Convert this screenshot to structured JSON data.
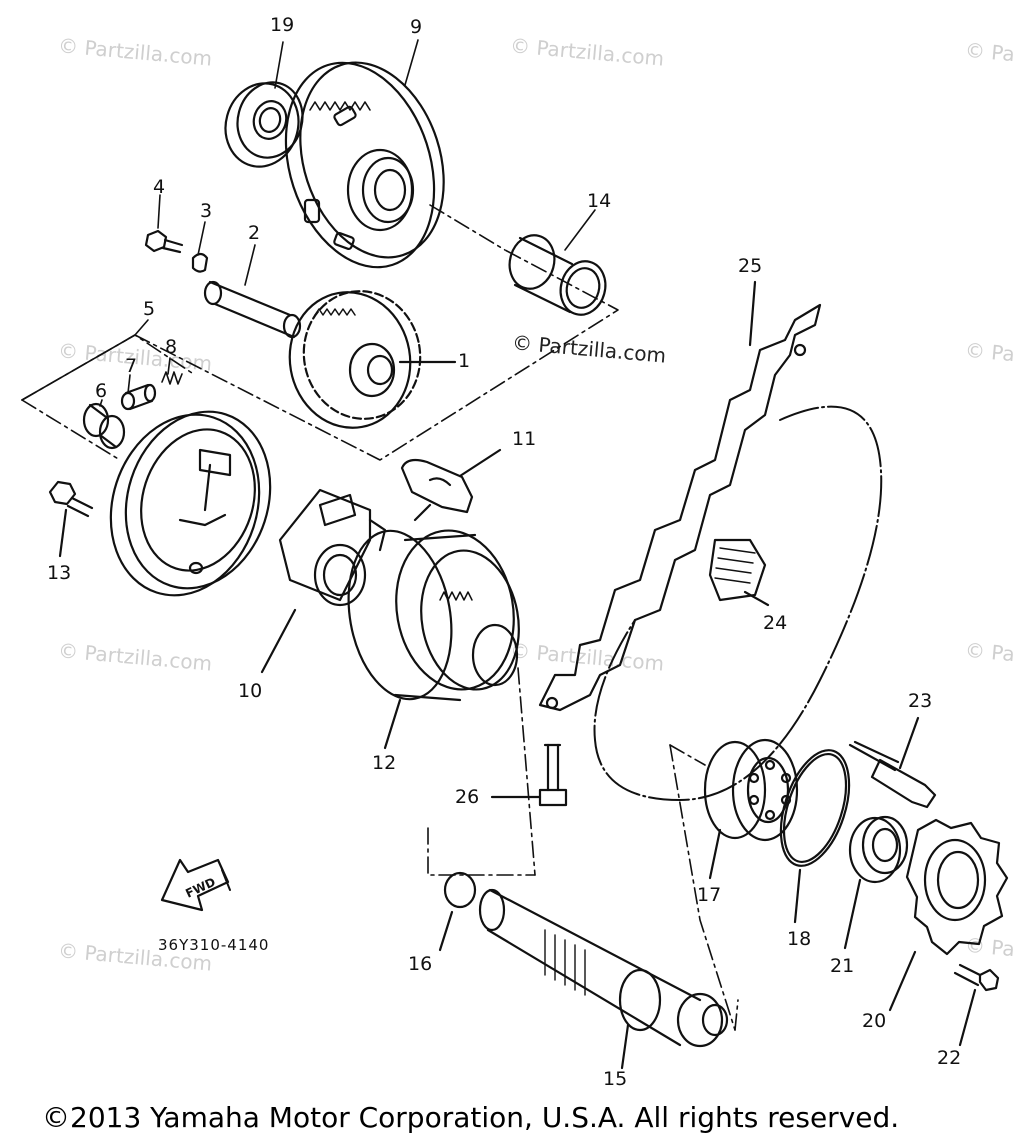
{
  "watermark": {
    "text": "© Partzilla.com",
    "partial_text": "© Pa"
  },
  "center_watermark": "© Partzilla.com",
  "diagram_code": "36Y310-4140",
  "fwd_label": "FWD",
  "copyright": "©2013  Yamaha Motor Corporation, U.S.A. All rights reserved.",
  "labels": {
    "p1": "1",
    "p2": "2",
    "p3": "3",
    "p4": "4",
    "p5": "5",
    "p6": "6",
    "p7": "7",
    "p8": "8",
    "p9": "9",
    "p10": "10",
    "p11": "11",
    "p12": "12",
    "p13": "13",
    "p14": "14",
    "p15": "15",
    "p16": "16",
    "p17": "17",
    "p18": "18",
    "p19": "19",
    "p20": "20",
    "p21": "21",
    "p22": "22",
    "p23": "23",
    "p24": "24",
    "p25": "25",
    "p26": "26"
  },
  "colors": {
    "ink": "#111111",
    "watermark": "#cfcfcf",
    "background": "#ffffff"
  }
}
